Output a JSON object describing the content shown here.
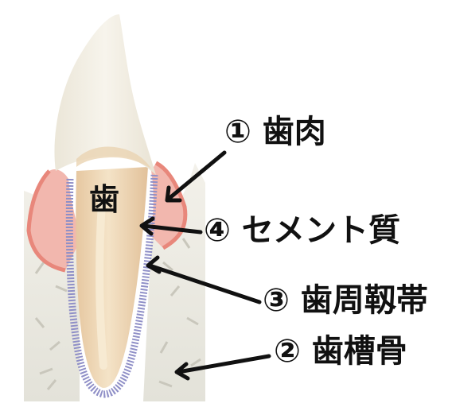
{
  "labels": {
    "tooth": "歯",
    "gum": "① 歯肉",
    "cementum": "④ セメント質",
    "pdl": "③ 歯周靱帯",
    "bone": "② 歯槽骨"
  },
  "colors": {
    "crown": "#f3efe4",
    "root": "#ead1ac",
    "gum": "#f2b7ae",
    "gum_edge": "#e8877b",
    "bone": "#ecebe3",
    "ligament": "#8f8fc7",
    "arrow": "#111111"
  }
}
